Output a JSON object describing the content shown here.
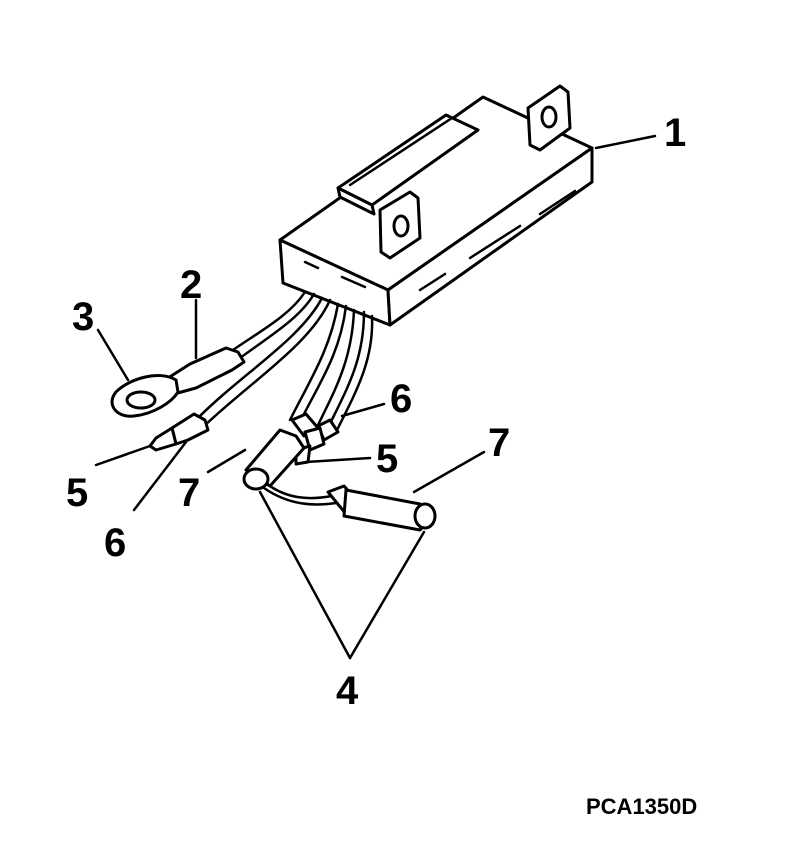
{
  "figure": {
    "callouts": {
      "c1": "1",
      "c2": "2",
      "c3": "3",
      "c4": "4",
      "c5a": "5",
      "c5b": "5",
      "c6a": "6",
      "c6b": "6",
      "c7a": "7",
      "c7b": "7"
    },
    "figure_code": "PCA1350D"
  }
}
